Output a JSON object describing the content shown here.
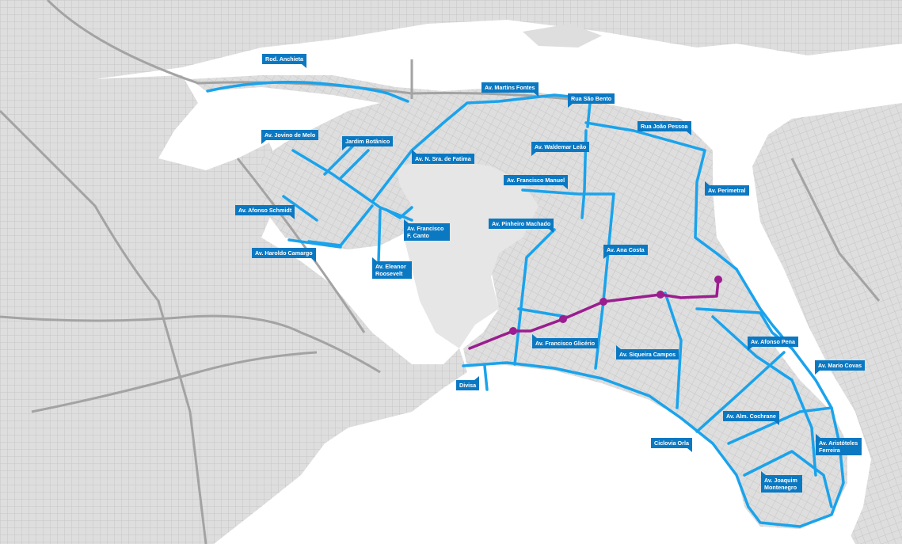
{
  "map": {
    "colors": {
      "land": "#dedede",
      "water": "#ffffff",
      "street": "#bfbfbf",
      "highway": "#a3a3a3",
      "bike_lane": "#1aa3ec",
      "tram_line": "#9b1d8f",
      "label_bg": "#0b78c2",
      "label_text": "#ffffff"
    },
    "labels": {
      "rod_anchieta": "Rod. Anchieta",
      "av_martins_fontes": "Av. Martins Fontes",
      "rua_sao_bento": "Rua São Bento",
      "rua_joao_pessoa": "Rua João Pessoa",
      "av_jovino_de_melo": "Av. Jovino de Melo",
      "jardim_botanico": "Jardim Botânico",
      "av_n_sra_de_fatima": "Av. N. Sra. de Fatima",
      "av_waldemar_leao": "Av. Waldemar Leão",
      "av_francisco_manuel": "Av. Francisco Manuel",
      "av_perimetral": "Av. Perimetral",
      "av_afonso_schmidt": "Av. Afonso Schmidt",
      "av_francisco_f_canto": "Av. Francisco F. Canto",
      "av_pinheiro_machado": "Av. Pinheiro Machado",
      "av_haroldo_camargo": "Av. Haroldo Camargo",
      "av_eleanor_roosevelt": "Av. Eleanor Roosevelt",
      "av_ana_costa": "Av. Ana Costa",
      "av_afonso_pena": "Av. Afonso Pena",
      "av_francisco_glicerio": "Av. Francisco Glicério",
      "av_siqueira_campos": "Av. Siqueira Campos",
      "av_mario_covas": "Av. Mario Covas",
      "divisa": "Divisa",
      "av_alm_cochrane": "Av. Alm. Cochrane",
      "ciclovia_orla": "Ciclovia Orla",
      "av_aristoteles_ferreira": "Av. Aristóteles Ferreira",
      "av_joaquim_montenegro": "Av. Joaquim Montenegro"
    },
    "icons": {
      "tram_stop": "circle-marker-icon"
    }
  }
}
